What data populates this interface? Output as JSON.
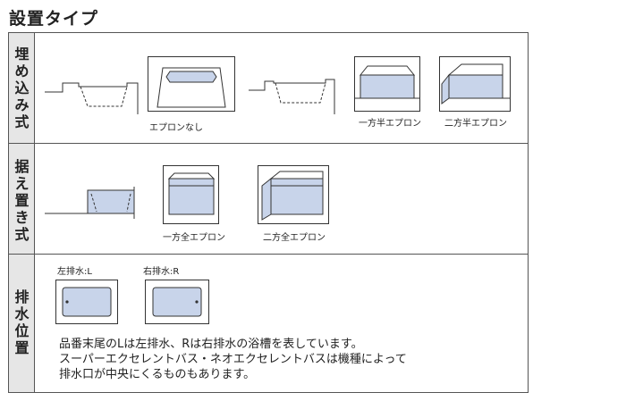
{
  "title": "設置タイプ",
  "rows": [
    {
      "header": [
        "埋",
        "め",
        "込",
        "み",
        "式"
      ],
      "captions": [
        "エプロンなし",
        "一方半エプロン",
        "二方半エプロン"
      ]
    },
    {
      "header": [
        "据",
        "え",
        "置",
        "き",
        "式"
      ],
      "captions": [
        "一方全エプロン",
        "二方全エプロン"
      ]
    },
    {
      "header": [
        "排",
        "水",
        "位",
        "置"
      ],
      "drain_labels": [
        "左排水:L",
        "右排水:R"
      ],
      "note_lines": [
        "品番末尾のLは左排水、Rは右排水の浴槽を表しています。",
        "スーパーエクセレントバス・ネオエクセレントバスは機種によって",
        "排水口が中央にくるものもあります。"
      ]
    }
  ],
  "colors": {
    "tub_fill": "#c8d4ea",
    "border": "#555555",
    "header_bg": "#e6e6e6"
  }
}
